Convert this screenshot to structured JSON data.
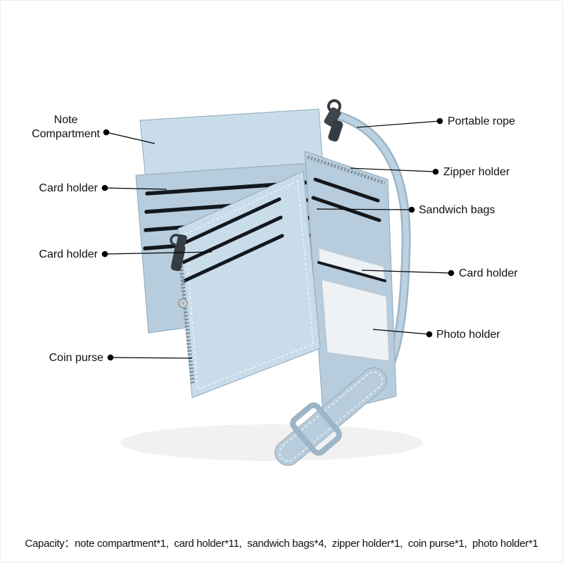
{
  "labels": {
    "note_compartment": "Note\nCompartment",
    "card_holder_left_top": "Card holder",
    "card_holder_left_mid": "Card holder",
    "coin_purse": "Coin purse",
    "portable_rope": "Portable rope",
    "zipper_holder": "Zipper holder",
    "sandwich_bags": "Sandwich bags",
    "card_holder_right": "Card holder",
    "photo_holder": "Photo holder"
  },
  "caption": "Capacity：note compartment*1,  card holder*11,  sandwich bags*4,  zipper holder*1,  coin purse*1,  photo holder*1",
  "colors": {
    "wallet_blue": "#b7cddd",
    "wallet_blue_light": "#c9dcea",
    "wallet_blue_dark": "#9db5c7",
    "wallet_edge": "#8ea8ba",
    "slot_color": "#14181c",
    "metal_dark": "#363c43",
    "white_card": "#eef2f5",
    "callout_color": "#000000"
  }
}
